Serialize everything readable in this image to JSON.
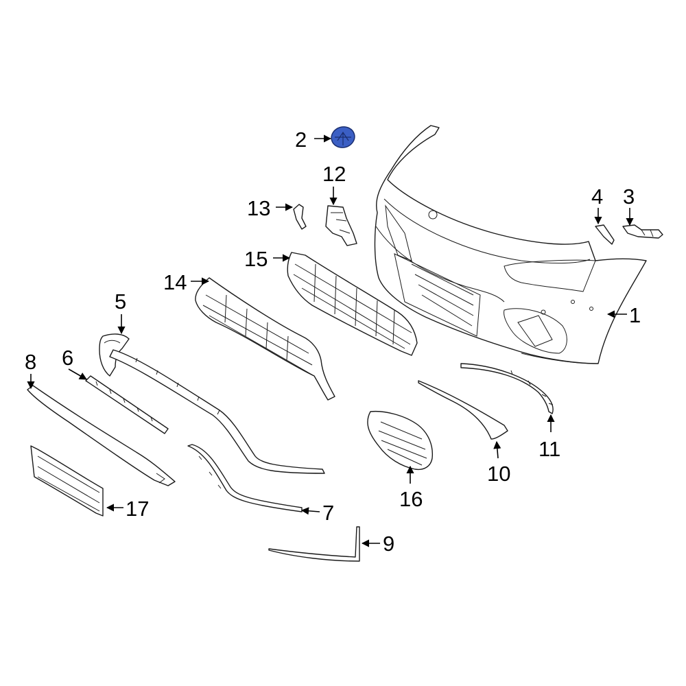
{
  "diagram": {
    "highlight_color": "#3b5fc4",
    "callouts": [
      "1",
      "2",
      "3",
      "4",
      "5",
      "6",
      "7",
      "8",
      "9",
      "10",
      "11",
      "12",
      "13",
      "14",
      "15",
      "16",
      "17"
    ]
  }
}
